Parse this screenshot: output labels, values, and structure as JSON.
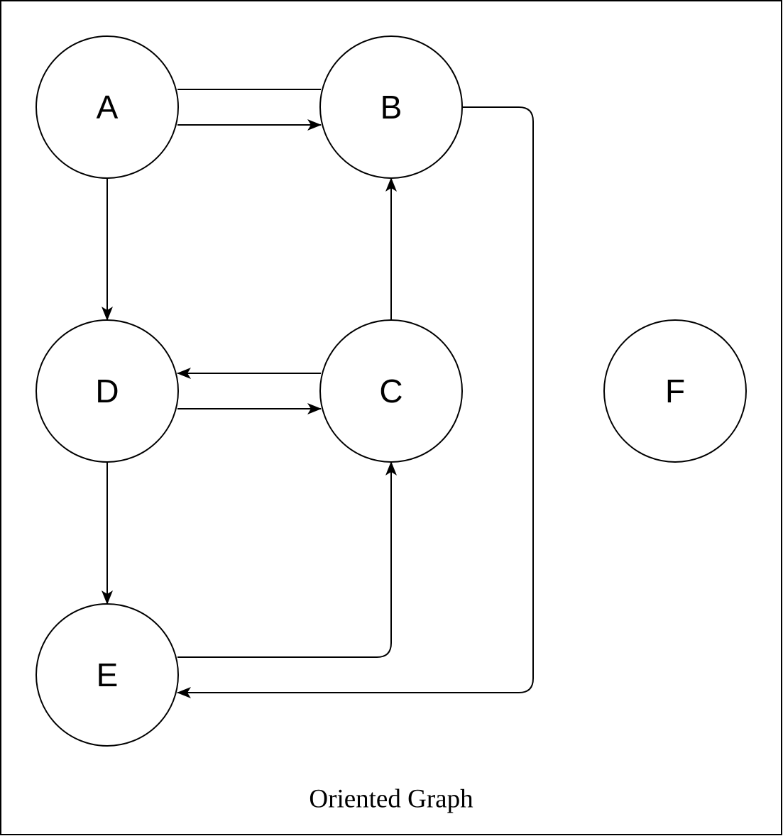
{
  "diagram": {
    "caption": "Oriented Graph",
    "nodes": [
      {
        "id": "A",
        "label": "A"
      },
      {
        "id": "B",
        "label": "B"
      },
      {
        "id": "C",
        "label": "C"
      },
      {
        "id": "D",
        "label": "D"
      },
      {
        "id": "E",
        "label": "E"
      },
      {
        "id": "F",
        "label": "F"
      }
    ],
    "edges": [
      {
        "from": "B",
        "to": "A",
        "arrow": false
      },
      {
        "from": "A",
        "to": "B",
        "arrow": true
      },
      {
        "from": "A",
        "to": "D",
        "arrow": true
      },
      {
        "from": "C",
        "to": "B",
        "arrow": true
      },
      {
        "from": "C",
        "to": "D",
        "arrow": true
      },
      {
        "from": "D",
        "to": "C",
        "arrow": true
      },
      {
        "from": "D",
        "to": "E",
        "arrow": true
      },
      {
        "from": "E",
        "to": "C",
        "arrow": true
      },
      {
        "from": "B",
        "to": "E",
        "arrow": true
      }
    ],
    "colors": {
      "stroke": "#000000",
      "background": "#ffffff"
    }
  }
}
